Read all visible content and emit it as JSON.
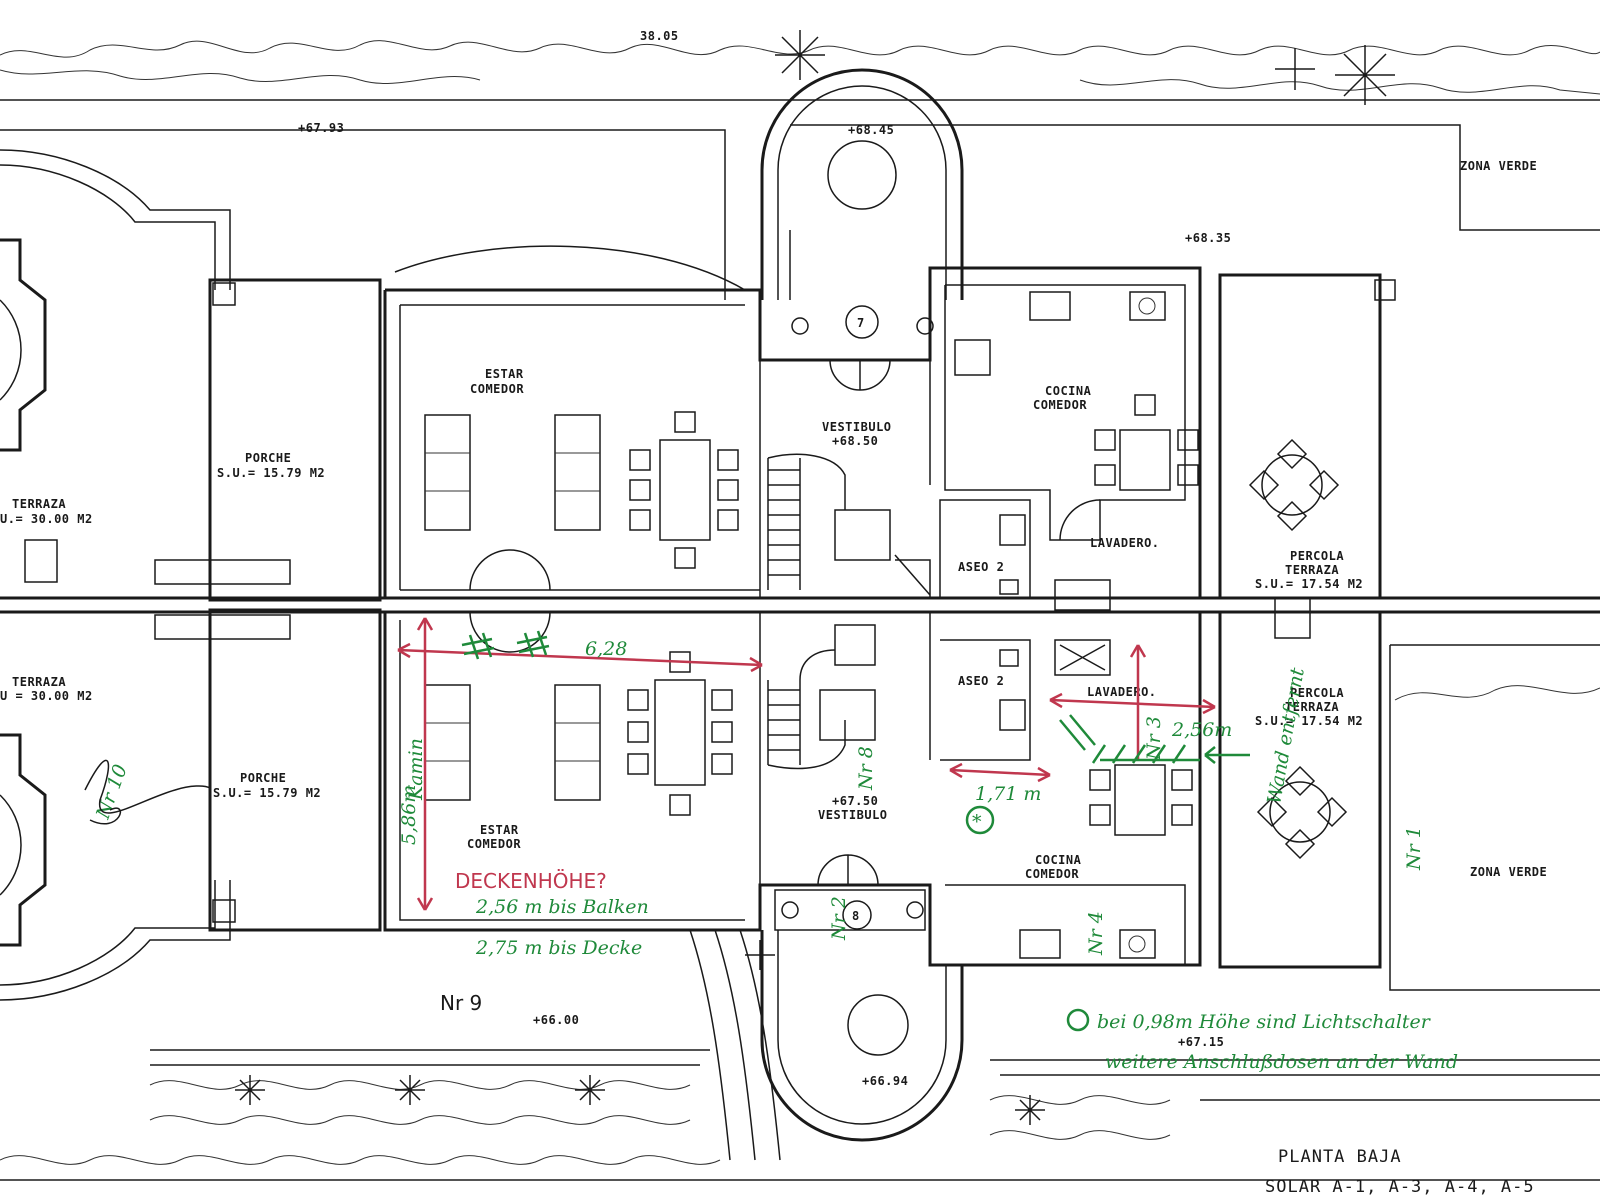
{
  "header": {
    "plot_width": "38.05"
  },
  "levels": {
    "north_garden": "+67.93",
    "rotunda_top": "+68.45",
    "upper_terrace": "+68.35",
    "vestibule_upper": "+68.50",
    "vestibule_lower": "+67.50",
    "south_garden": "+66.00",
    "rotunda_bottom": "+66.94",
    "south_path": "+67.15"
  },
  "rooms": {
    "zona_verde": "ZONA VERDE",
    "estar_l1": "ESTAR",
    "estar_l2": "COMEDOR",
    "vestibulo": "VESTIBULO",
    "cocina_l1": "COCINA",
    "cocina_l2": "COMEDOR",
    "porche": "PORCHE",
    "porche_area": "S.U.= 15.79  M2",
    "terraza": "TERRAZA",
    "terraza_area_a": "U.= 30.00  M2",
    "terraza_area_b": "U = 30.00  M2",
    "lavadero_upper": "LAVADERO.",
    "lavadero_lower": "LAVADERO.",
    "aseo": "ASEO 2",
    "percola_l1": "PERCOLA",
    "percola_l2": "TERRAZA",
    "percola_area": "S.U.= 17.54  M2",
    "door_7": "7",
    "door_8": "8"
  },
  "annotations": {
    "width_living": "6,28",
    "depth_living": "5,86m",
    "kamin": "Kamin",
    "ceiling_question": "DECKENHÖHE?",
    "beam_height": "2,56 m bis Balken",
    "ceiling_height": "2,75 m bis Decke",
    "lavadero_width": "2,56m",
    "aseo_width": "1,71 m",
    "asterisk": "*",
    "nr1": "Nr 1",
    "nr2": "Nr 2",
    "nr3": "Nr 3",
    "nr4": "Nr 4",
    "nr8": "Nr 8",
    "nr9": "Nr 9",
    "nr10": "Nr 10",
    "wall_note": "Wand entfernt",
    "footnote_l1": "bei 0,98m Höhe sind Lichtschalter",
    "footnote_l2": "weitere Anschlußdosen an der Wand"
  },
  "title_block": {
    "line1": "PLANTA BAJA",
    "line2": "SOLAR A-1, A-3,  A-4,  A-5"
  },
  "colors": {
    "red_ink": "#c0374e",
    "green_ink": "#1f8a3a",
    "print": "#1a1a1a"
  }
}
